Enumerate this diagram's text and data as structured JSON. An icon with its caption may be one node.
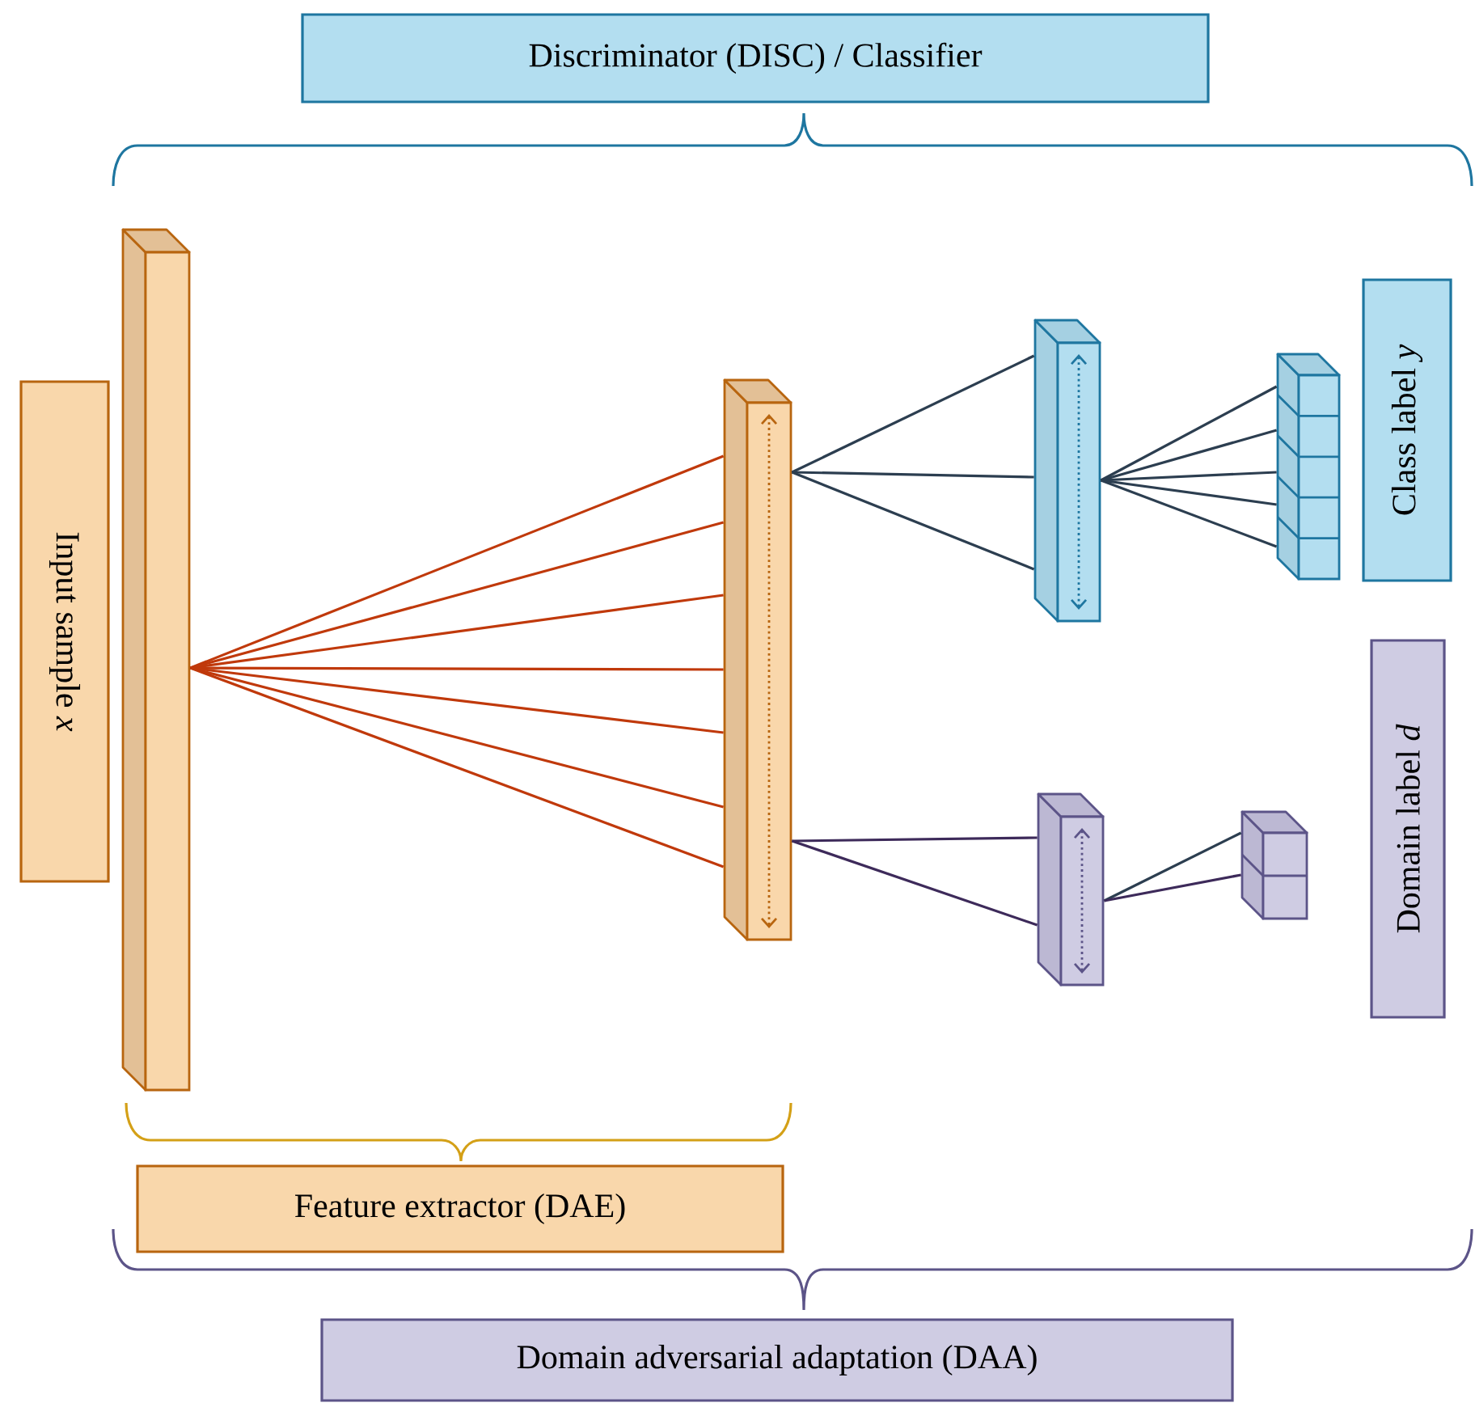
{
  "diagram": {
    "nodes": [
      {
        "text": [
          "Discriminator (DISC) / Classifier"
        ]
      },
      {
        "text": [
          "Input sample *x*"
        ]
      },
      {
        "text": [],
        "shape": "box"
      },
      {
        "text": [],
        "shape": "box"
      },
      {
        "text": [],
        "shape": "box"
      },
      {
        "text": [],
        "shape": "box"
      },
      {
        "text": [
          "Class label *y*"
        ]
      },
      {
        "text": [
          "Domain label *d*"
        ]
      },
      {
        "text": [],
        "shape": "box"
      },
      {
        "text": [],
        "shape": "box"
      },
      {
        "text": [
          "Feature extractor (DAE)"
        ]
      },
      {
        "text": [
          "Domain adversarial adaptation (DAA)"
        ]
      }
    ],
    "edges": [
      {
        "from": 2,
        "to": 3,
        "arrow": "none",
        "color": "#c0390b"
      },
      {
        "from": 2,
        "to": 3,
        "arrow": "none",
        "color": "#c0390b"
      },
      {
        "from": 2,
        "to": 3,
        "arrow": "none",
        "color": "#c0390b"
      },
      {
        "from": 2,
        "to": 3,
        "arrow": "none",
        "color": "#c0390b"
      },
      {
        "from": 2,
        "to": 3,
        "arrow": "none",
        "color": "#c0390b"
      },
      {
        "from": 2,
        "to": 3,
        "arrow": "none",
        "color": "#c0390b"
      },
      {
        "from": 2,
        "to": 3,
        "arrow": "none",
        "color": "#c0390b"
      },
      {
        "from": 3,
        "to": 4,
        "arrow": "none"
      },
      {
        "from": 3,
        "to": 4,
        "arrow": "none"
      },
      {
        "from": 3,
        "to": 4,
        "arrow": "none"
      },
      {
        "from": 4,
        "to": 5,
        "arrow": "none"
      },
      {
        "from": 4,
        "to": 5,
        "arrow": "none"
      },
      {
        "from": 4,
        "to": 5,
        "arrow": "none"
      },
      {
        "from": 4,
        "to": 5,
        "arrow": "none"
      },
      {
        "from": 4,
        "to": 5,
        "arrow": "none"
      },
      {
        "from": 3,
        "to": 8,
        "arrow": "none",
        "color": "#3d2a5a"
      },
      {
        "from": 3,
        "to": 8,
        "arrow": "none",
        "color": "#3d2a5a"
      },
      {
        "from": 8,
        "to": 9,
        "arrow": "none"
      },
      {
        "from": 8,
        "to": 9,
        "arrow": "none",
        "color": "#3d2a5a"
      }
    ]
  }
}
